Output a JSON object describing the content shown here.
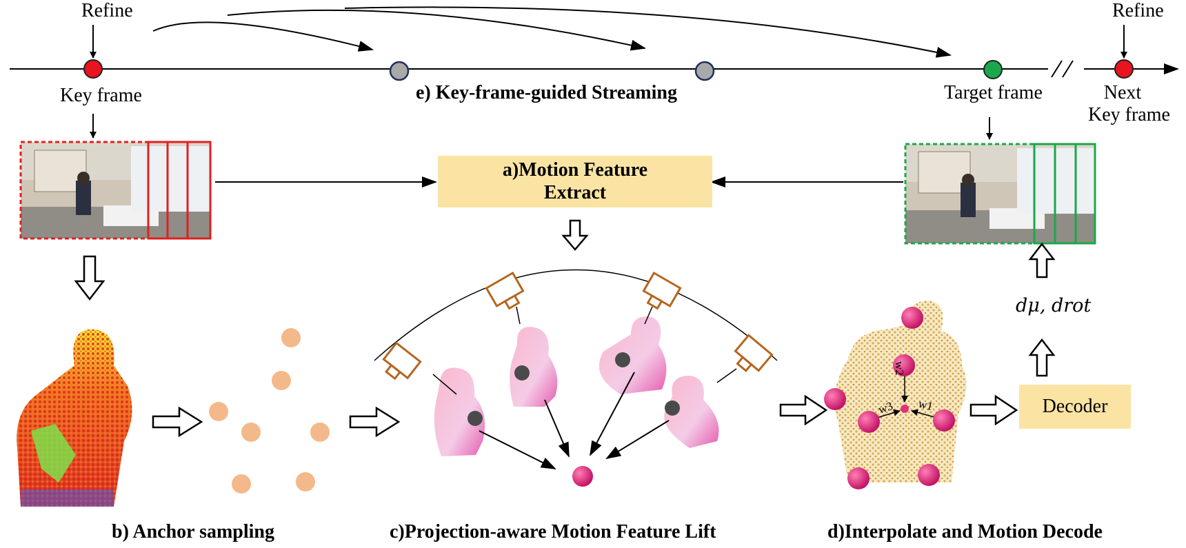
{
  "timeline": {
    "refine_left": "Refine",
    "refine_right": "Refine",
    "key_frame": "Key frame",
    "target_frame": "Target frame",
    "next_key_frame_line1": "Next",
    "next_key_frame_line2": "Key frame",
    "streaming_title": "e) Key-frame-guided Streaming"
  },
  "motion_box": {
    "line1": "a)Motion Feature",
    "line2": "Extract"
  },
  "decoder_box": {
    "label": "Decoder"
  },
  "delta_label": "dμ, drot",
  "interp_weights": {
    "w1": "w1",
    "w2": "w2",
    "w3": "w3"
  },
  "section_titles": {
    "anchor": "b) Anchor sampling",
    "lift": "c)Projection-aware Motion Feature Lift",
    "decode": "d)Interpolate and Motion Decode"
  },
  "colors": {
    "key_node": "#e8141e",
    "target_node": "#1aa84a",
    "mid_node": "#a9a9a9",
    "anchor": "#f3b98a",
    "point": "#e0307e",
    "box_fill": "#fbe4a3",
    "camera": "#b5651d"
  }
}
